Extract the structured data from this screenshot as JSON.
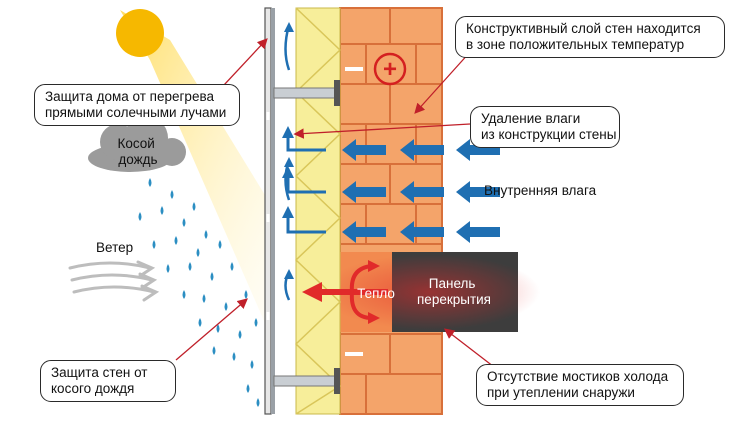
{
  "callouts": {
    "overheat": [
      "Защита дома от перегрева",
      "прямыми солечными лучами"
    ],
    "structural": [
      "Конструктивный слой стен находится",
      "в зоне положительных температур"
    ],
    "moisture_removal": [
      "Удаление влаги",
      "из конструкции стены"
    ],
    "rain_protection": [
      "Защита стен от",
      "косого дождя"
    ],
    "no_cold_bridges": [
      "Отсутствие мостиков холода",
      "при утеплении снаружи"
    ]
  },
  "labels": {
    "inner_moisture": "Внутренняя влага",
    "wind": "Ветер",
    "rain_cloud": [
      "Косой",
      "дождь"
    ],
    "heat": "Тепло",
    "slab_panel": [
      "Панель",
      "перекрытия"
    ],
    "plus_sign": "+",
    "minus_sign": "−"
  },
  "colors": {
    "brick": "#f4a46a",
    "brick_mortar": "#d8703a",
    "insulation": "#f7ee9a",
    "moisture_arrow": "#1f6fb2",
    "heat_arrow": "#e12a2a",
    "slab": "#3d3d3d",
    "sun": "#f6b800",
    "cloud": "#9b9b9b",
    "rain": "#2b8ec2",
    "wind": "#bdbdbd",
    "leader": "#c0202a"
  }
}
